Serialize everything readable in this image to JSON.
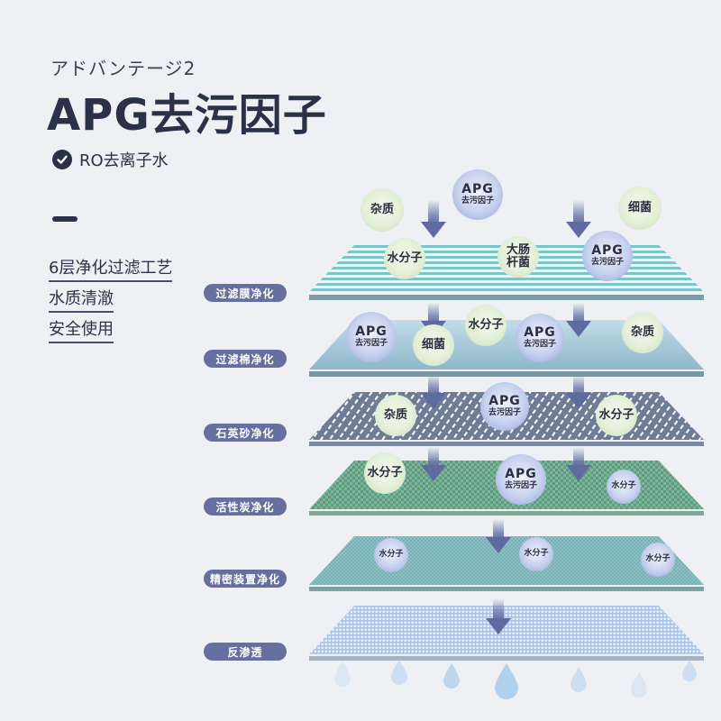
{
  "header": {
    "subtitle": "アドバンテージ2",
    "title": "APG去污因子",
    "badge_label": "RO去离子水"
  },
  "features": [
    "6层净化过滤工艺",
    "水质清澈",
    "安全使用"
  ],
  "layers": [
    {
      "label": "过滤膜净化",
      "pattern": "stripes"
    },
    {
      "label": "过滤棉净化",
      "pattern": "gradient"
    },
    {
      "label": "石英砂净化",
      "pattern": "diagonal"
    },
    {
      "label": "活性炭净化",
      "pattern": "checker-green"
    },
    {
      "label": "精密装置净化",
      "pattern": "checker-teal"
    },
    {
      "label": "反渗透",
      "pattern": "grid-blue"
    }
  ],
  "particles": {
    "apg_big": "APG",
    "apg_small": "去污因子",
    "impurity": "杂质",
    "bacteria": "细菌",
    "water": "水分子",
    "ecoli_line1": "大肠",
    "ecoli_line2": "杆菌"
  },
  "colors": {
    "accent": "#6570a0",
    "text_dark": "#2b3146",
    "arrow": "#5f6a9e",
    "background": "#eef0f4"
  }
}
